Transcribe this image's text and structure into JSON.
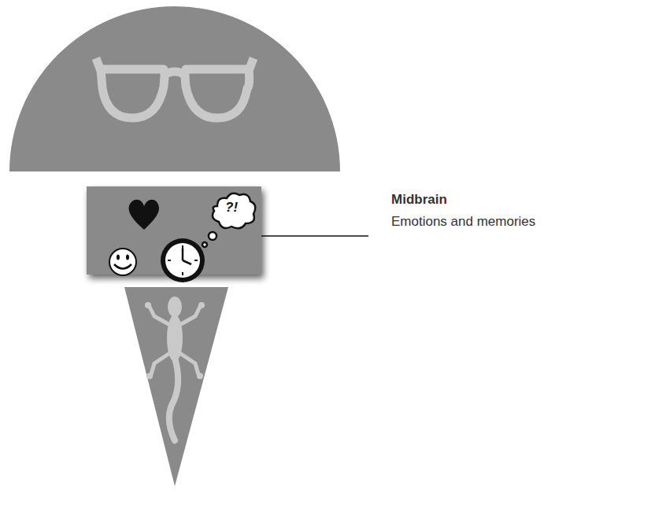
{
  "diagram": {
    "labels": [
      "?!",
      "Midbrain",
      "Emotions and memories"
    ]
  }
}
